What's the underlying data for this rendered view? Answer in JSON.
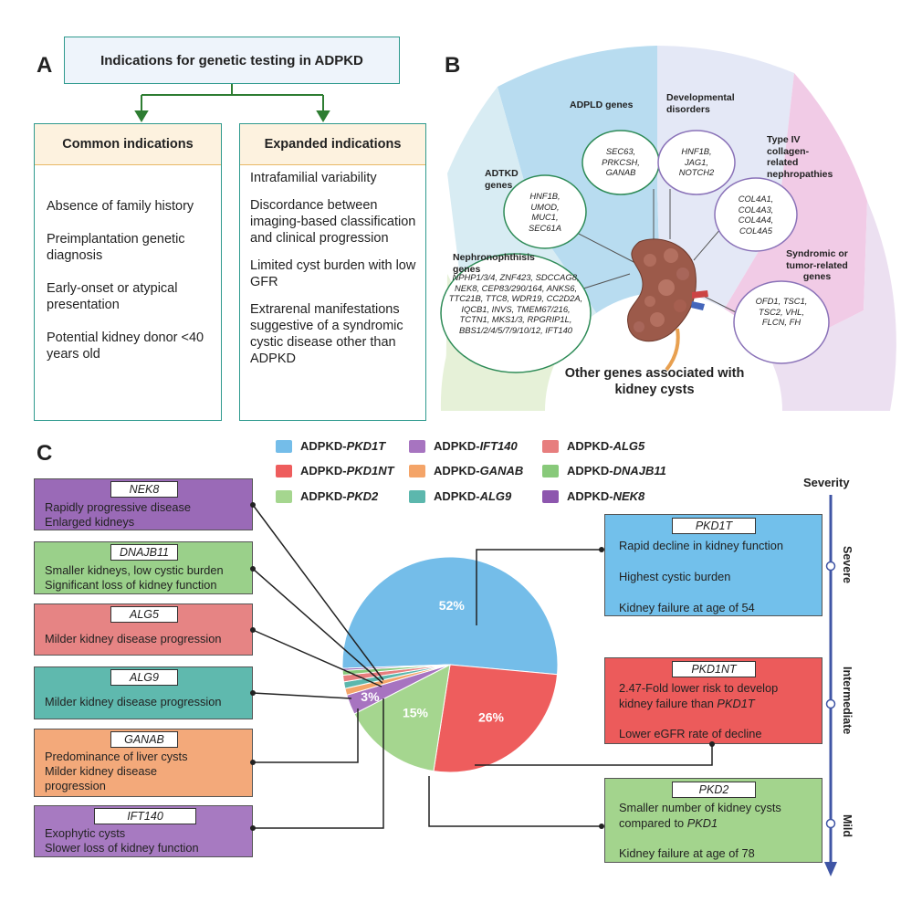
{
  "panel_a": {
    "letter": "A",
    "title": "Indications for genetic testing in ADPKD",
    "common": {
      "header": "Common indications",
      "items": [
        "Absence of family history",
        "Preimplantation genetic diagnosis",
        "Early-onset or atypical presentation",
        "Potential  kidney donor <40 years old"
      ]
    },
    "expanded": {
      "header": "Expanded indications",
      "items": [
        "Intrafamilial variability",
        "Discordance between imaging-based classification and clinical progression",
        "Limited cyst burden with low GFR",
        "Extrarenal manifestations suggestive of a syndromic cystic disease other than ADPKD"
      ]
    }
  },
  "panel_b": {
    "letter": "B",
    "center_label": "Other genes associated with kidney cysts",
    "categories": [
      {
        "label": "Nephronophthisis genes",
        "genes": "NPHP1/3/4, ZNF423, SDCCAG8, NEK8, CEP83/290/164, ANKS6, TTC21B, TTC8, WDR19, CC2D2A, IQCB1, INVS, TMEM67/216, TCTN1, MKS1/3, RPGRIP1L, BBS1/2/4/5/7/9/10/12, IFT140",
        "color": "#e6f1d8"
      },
      {
        "label": "ADTKD genes",
        "genes": "HNF1B, UMOD, MUC1, SEC61A",
        "color": "#d8ecf3"
      },
      {
        "label": "ADPLD genes",
        "genes": "SEC63, PRKCSH, GANAB",
        "color": "#b8dcf0"
      },
      {
        "label": "Developmental disorders",
        "genes": "HNF1B, JAG1, NOTCH2",
        "color": "#e4e8f6"
      },
      {
        "label": "Type IV collagen-related nephropathies",
        "genes": "COL4A1, COL4A3, COL4A4, COL4A5",
        "color": "#f1cbe6"
      },
      {
        "label": "Syndromic or tumor-related genes",
        "genes": "OFD1, TSC1, TSC2, VHL, FLCN, FH",
        "color": "#ece0f1"
      }
    ]
  },
  "panel_c": {
    "letter": "C",
    "severity_label": "Severity",
    "severity_levels": [
      "Severe",
      "Intermediate",
      "Mild"
    ],
    "legend": [
      {
        "prefix": "ADPKD-",
        "gene": "PKD1T",
        "color": "#74bde9"
      },
      {
        "prefix": "ADPKD-",
        "gene": "IFT140",
        "color": "#a774c0"
      },
      {
        "prefix": "ADPKD-",
        "gene": "ALG5",
        "color": "#e77e7e"
      },
      {
        "prefix": "ADPKD-",
        "gene": "PKD1NT",
        "color": "#ee5d5d"
      },
      {
        "prefix": "ADPKD-",
        "gene": "GANAB",
        "color": "#f4a468"
      },
      {
        "prefix": "ADPKD-",
        "gene": "DNAJB11",
        "color": "#88c97a"
      },
      {
        "prefix": "ADPKD-",
        "gene": "PKD2",
        "color": "#a5d68f"
      },
      {
        "prefix": "ADPKD-",
        "gene": "ALG9",
        "color": "#5cb7ad"
      },
      {
        "prefix": "ADPKD-",
        "gene": "NEK8",
        "color": "#8d56ae"
      }
    ],
    "left_boxes": [
      {
        "tag": "NEK8",
        "lines": [
          "Rapidly progressive disease",
          "Enlarged kidneys"
        ],
        "color": "#9a6ab7"
      },
      {
        "tag": "DNAJB11",
        "lines": [
          "Smaller kidneys, low cystic burden",
          "Significant loss of kidney function"
        ],
        "color": "#9ad08a"
      },
      {
        "tag": "ALG5",
        "lines": [
          "Milder kidney disease progression"
        ],
        "color": "#e68484"
      },
      {
        "tag": "ALG9",
        "lines": [
          "Milder kidney disease progression"
        ],
        "color": "#5fb9ae"
      },
      {
        "tag": "GANAB",
        "lines": [
          "Predominance of liver cysts",
          "Milder kidney disease",
          "progression"
        ],
        "color": "#f3a97a"
      },
      {
        "tag": "IFT140",
        "lines": [
          "Exophytic cysts",
          "Slower loss of kidney function"
        ],
        "color": "#a77ac1"
      }
    ],
    "right_boxes": [
      {
        "tag": "PKD1T",
        "lines": [
          "Rapid decline in kidney function",
          "Highest cystic burden",
          "Kidney failure at age of 54"
        ],
        "color": "#72c0eb"
      },
      {
        "tag": "PKD1NT",
        "lines": [
          "2.47-Fold lower risk to develop",
          "kidney failure  than ",
          "PKD1T",
          "Lower eGFR rate of decline"
        ],
        "color": "#ec5b5b"
      },
      {
        "tag": "PKD2",
        "lines": [
          "Smaller number of kidney cysts",
          "compared to ",
          "PKD1",
          "Kidney failure at age of 78"
        ],
        "color": "#a3d48d"
      }
    ]
  },
  "chart_data": {
    "type": "pie",
    "slices": [
      {
        "label": "PKD1T",
        "value": 52,
        "display": "52%",
        "color": "#74bde9"
      },
      {
        "label": "PKD1NT",
        "value": 26,
        "display": "26%",
        "color": "#ee5d5d"
      },
      {
        "label": "PKD2",
        "value": 15,
        "display": "15%",
        "color": "#a5d68f"
      },
      {
        "label": "IFT140",
        "value": 3,
        "display": "3%",
        "color": "#a774c0"
      },
      {
        "label": "GANAB",
        "value": 1,
        "display": "",
        "color": "#f4a468"
      },
      {
        "label": "ALG9",
        "value": 1,
        "display": "",
        "color": "#5cb7ad"
      },
      {
        "label": "ALG5",
        "value": 1,
        "display": "",
        "color": "#e77e7e"
      },
      {
        "label": "DNAJB11",
        "value": 0.7,
        "display": "",
        "color": "#88c97a"
      },
      {
        "label": "NEK8",
        "value": 0.3,
        "display": "",
        "color": "#8d56ae"
      }
    ]
  }
}
